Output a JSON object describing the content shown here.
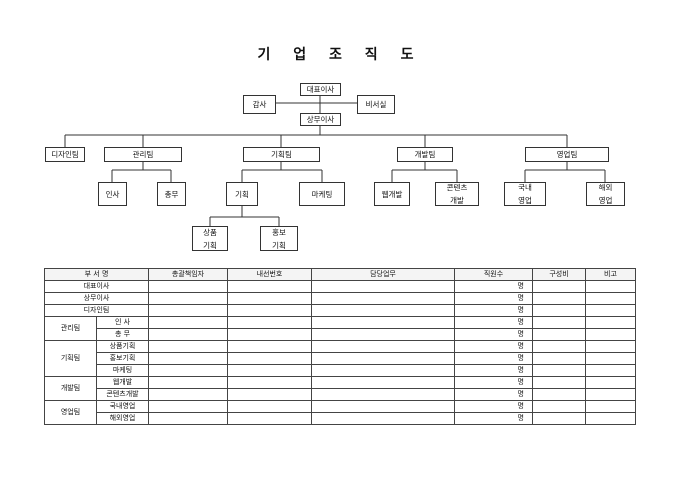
{
  "title": "기 업 조 직 도",
  "chart": {
    "ceo": "대표이사",
    "auditor": "감사",
    "secretary": "비서실",
    "managing_director": "상무이사",
    "departments": [
      {
        "name": "디자인팀",
        "subs": []
      },
      {
        "name": "관리팀",
        "subs": [
          "인사",
          "총무"
        ]
      },
      {
        "name": "기획팀",
        "subs": [
          "기획",
          "마케팅"
        ],
        "planning_subs": [
          [
            "상품",
            "기획"
          ],
          [
            "홍보",
            "기획"
          ]
        ]
      },
      {
        "name": "개발팀",
        "subs": [
          "웹개발",
          [
            "콘텐츠",
            "개발"
          ]
        ]
      },
      {
        "name": "영업팀",
        "subs": [
          [
            "국내",
            "영업"
          ],
          [
            "해외",
            "영업"
          ]
        ]
      }
    ]
  },
  "table": {
    "headers": [
      "부 서 명",
      "총괄책임자",
      "내선번호",
      "담당업무",
      "직원수",
      "구성비",
      "비고"
    ],
    "unit": "명",
    "rows": [
      {
        "dept": "대표이사"
      },
      {
        "dept": "상무이사"
      },
      {
        "dept": "디자인팀"
      },
      {
        "group": "관리팀",
        "sub": "인 사"
      },
      {
        "group": "관리팀",
        "sub": "총 무"
      },
      {
        "group": "기획팀",
        "sub": "상품기획"
      },
      {
        "group": "기획팀",
        "sub": "홍보기획"
      },
      {
        "group": "기획팀",
        "sub": "마케팅"
      },
      {
        "group": "개발팀",
        "sub": "웹개발"
      },
      {
        "group": "개발팀",
        "sub": "콘텐츠개발"
      },
      {
        "group": "영업팀",
        "sub": "국내영업"
      },
      {
        "group": "영업팀",
        "sub": "해외영업"
      }
    ]
  }
}
